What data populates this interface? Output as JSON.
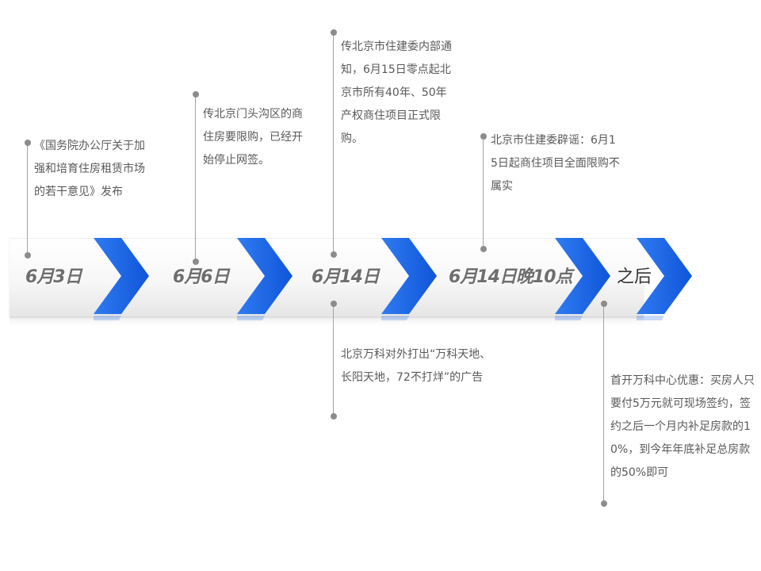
{
  "milestones": [
    {
      "date": "6月3日",
      "note": "《国务院办公厅关于加强和培育住房租赁市场的若干意见》发布"
    },
    {
      "date": "6月6日",
      "note": "传北京门头沟区的商住房要限购，已经开始停止网签。"
    },
    {
      "date": "6月14日",
      "note": "传北京市住建委内部通知，6月15日零点起北京市所有40年、50年产权商住项目正式限购。",
      "note_below": "北京万科对外打出“万科天地、长阳天地，72不打烊”的广告"
    },
    {
      "date": "6月14日晚10点",
      "note": "北京市住建委辟谣：6月15日起商住项目全面限购不属实"
    },
    {
      "date": "之后",
      "note": "首开万科中心优惠：买房人只要付5万元就可现场签约，签约之后一个月内补足房款的10%，到今年年底补足总房款的50%即可"
    }
  ],
  "colors": {
    "arrow": "#1f6bea",
    "band": "#f2f2f2",
    "connector": "#8c8c8c"
  }
}
